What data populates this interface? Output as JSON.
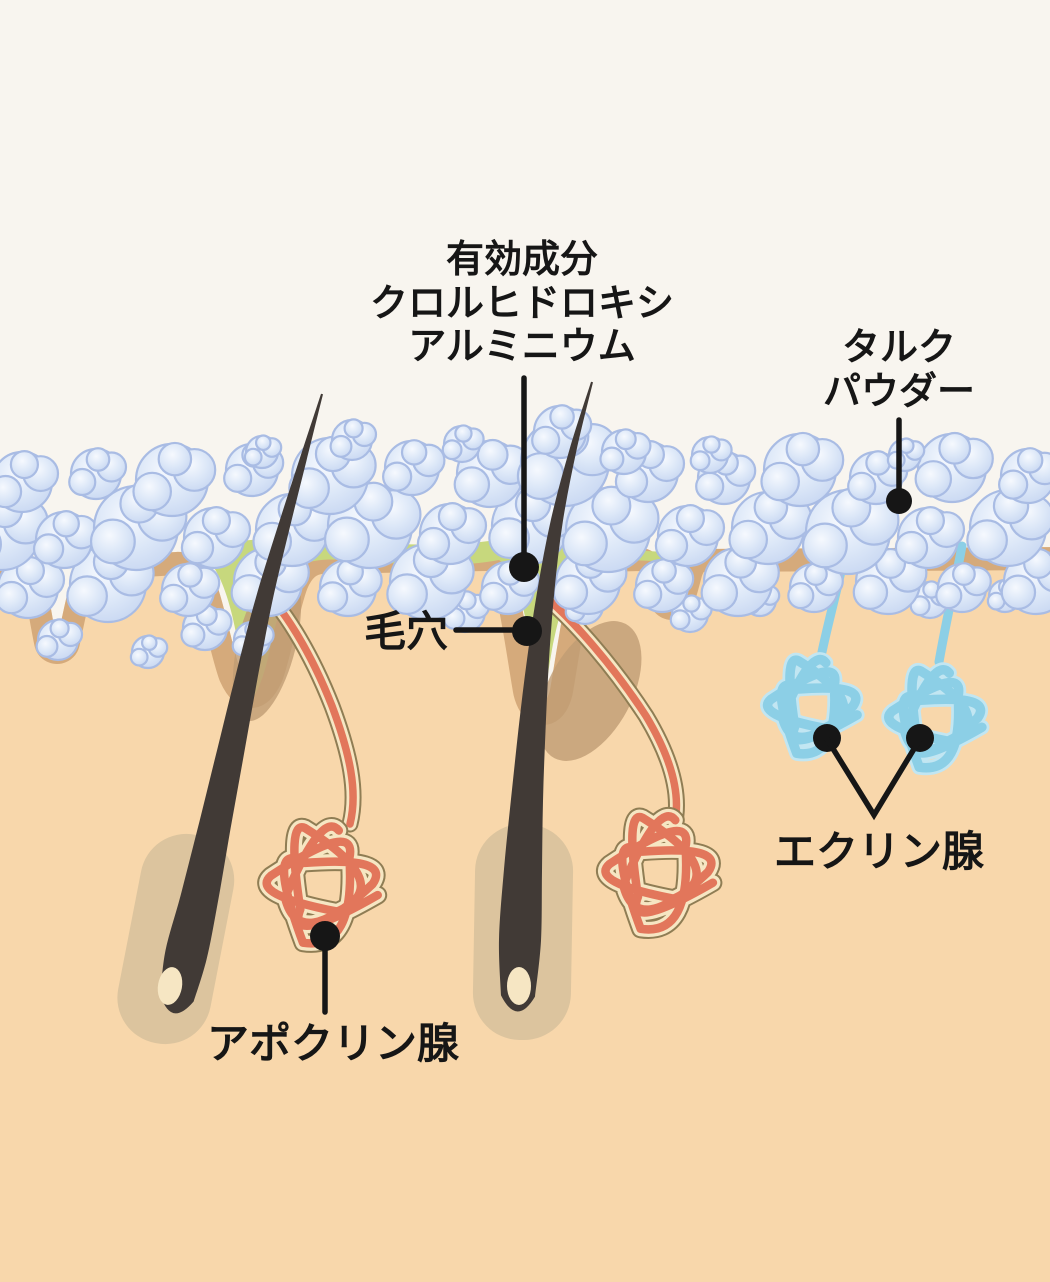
{
  "diagram": {
    "active_ingredient_label": {
      "line1": "有効成分",
      "line2": "クロルヒドロキシ",
      "line3": "アルミニウム"
    },
    "talc_label": {
      "line1": "タルク",
      "line2": "パウダー"
    },
    "pore_label": "毛穴",
    "eccrine_label": "エクリン腺",
    "apocrine_label": "アポクリン腺"
  },
  "colors": {
    "background": "#f8f5ef",
    "skin": "#f8d7ab",
    "epidermis": "#d5aa7b",
    "sheath": "#dcc49e",
    "sebaceous": "#bf9c74",
    "green": "#c7d87d",
    "hair": "#413a36",
    "apocrine": "#e2765b",
    "casing": "#f6e6c3",
    "casing_edge": "#8f7d54",
    "eccrine": "#8ccfe6",
    "eccrine_light": "#c2e6f2",
    "powder_fill": "#dde8f8",
    "powder_hilite": "#f6f9fe",
    "powder_deep": "#c9d8f2",
    "powder_edge": "#a9bce4",
    "callout": "#161616"
  }
}
